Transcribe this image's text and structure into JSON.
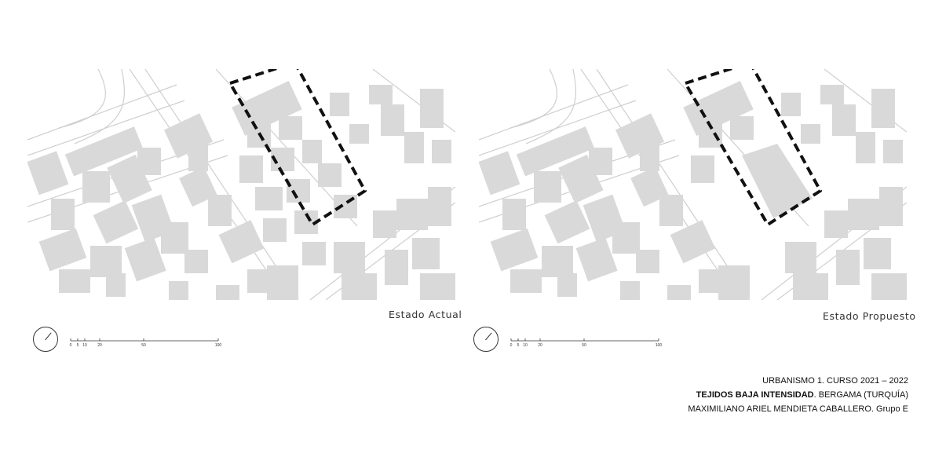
{
  "maps": {
    "left_caption": "Estado Actual",
    "right_caption": "Estado Propuesto"
  },
  "scale": {
    "ticks": [
      "0",
      "5",
      "10",
      "20",
      "50",
      "100"
    ]
  },
  "colors": {
    "building": "#d9d9d9",
    "road_edge": "#c8c8c8",
    "boundary": "#111111"
  },
  "footer": {
    "line1": "URBANISMO 1. CURSO 2021 – 2022",
    "line2_bold": "TEJIDOS BAJA INTENSIDAD",
    "line2_rest": ". BERGAMA (TURQUÍA)",
    "line3": "MAXIMILIANO ARIEL MENDIETA CABALLERO. Grupo E"
  }
}
